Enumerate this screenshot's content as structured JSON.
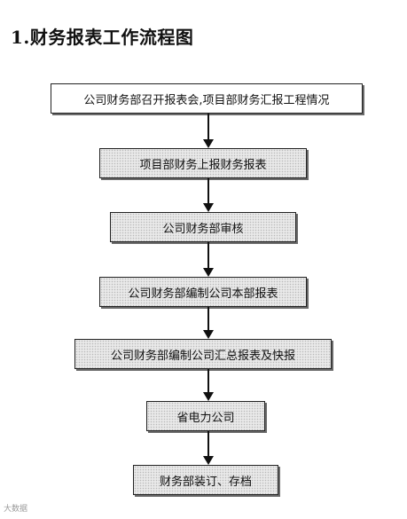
{
  "title": "1.财务报表工作流程图",
  "steps": [
    "公司财务部召开报表会,项目部财务汇报工程情况",
    "项目部财务上报财务报表",
    "公司财务部审核",
    "公司财务部编制公司本部报表",
    "公司财务部编制公司汇总报表及快报",
    "省电力公司",
    "财务部装订、存档"
  ],
  "watermark": "大数据",
  "colors": {
    "box_fill": "#e9e9e9",
    "border": "#222222",
    "text": "#111111"
  }
}
